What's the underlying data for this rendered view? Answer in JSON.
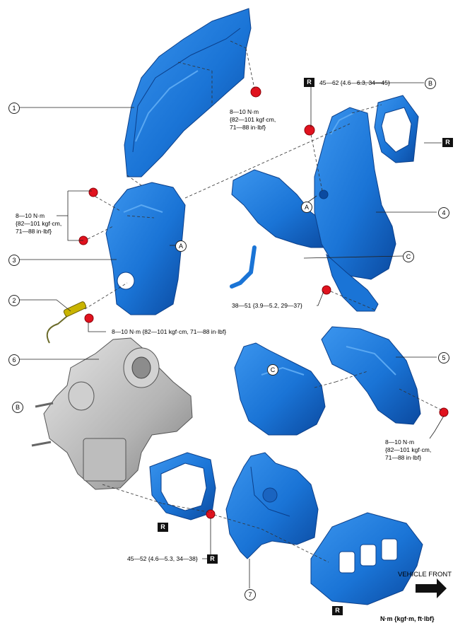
{
  "callouts": {
    "c1": "1",
    "c2": "2",
    "c3": "3",
    "c4": "4",
    "c5": "5",
    "c6": "6",
    "c7": "7",
    "ref_a_1": "A",
    "ref_a_2": "A",
    "ref_b_1": "B",
    "ref_b_2": "B",
    "ref_c_1": "C",
    "ref_c_2": "C"
  },
  "torque": {
    "t1_line1": "8—10 N·m",
    "t1_line2": "{82—101 kgf·cm,",
    "t1_line3": "71—88 in·lbf}",
    "t2": "45—62 {4.6—6.3, 34—45}",
    "t3_line1": "8—10 N·m",
    "t3_line2": "{82—101 kgf·cm,",
    "t3_line3": "71—88 in·lbf}",
    "t4": "8—10 N·m {82—101 kgf·cm, 71—88 in·lbf}",
    "t5": "38—51 {3.9—5.2, 29—37}",
    "t6_line1": "8—10 N·m",
    "t6_line2": "{82—101 kgf·cm,",
    "t6_line3": "71—88 in·lbf}",
    "t7": "45—52 {4.6—5.3, 34—38}"
  },
  "replace_badge": "R",
  "vehicle_front": "VEHICLE FRONT",
  "units": "N·m {kgf·m, ft·lbf}",
  "colors": {
    "part_blue": "#1a74d6",
    "part_blue_dark": "#0c4fa8",
    "bolt_red": "#e0121e",
    "turbo_gray": "#b4b4b4",
    "sensor_yellow": "#c9b400"
  }
}
